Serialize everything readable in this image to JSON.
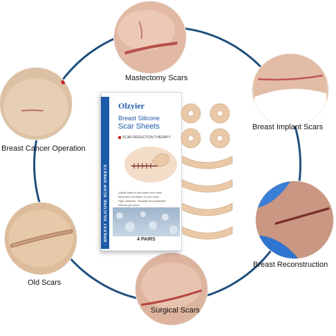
{
  "captions": {
    "mastectomy": "Mastectomy Scars",
    "implant": "Breast Implant Scars",
    "cancer": "Breast Cancer Operation",
    "reconstruction": "Breast Reconstruction",
    "old": "Old Scars",
    "surgical": "Surgical Scars"
  },
  "product": {
    "brand": "Olzyier",
    "title_line1": "Breast Silicone",
    "title_line2": "Scar Sheets",
    "therapy": "SCAR REDUCTION THERAPY",
    "side_text": "BREAST SILICONE SCAR SHEETS",
    "bullets": [
      "Visibly flattens and fades new scars",
      "Minimizes formation of new scars",
      "High adhesive, reusable and washable silicone gel sheet"
    ],
    "pairs": "4 PAIRS"
  },
  "colors": {
    "ring": "#1f4f7c",
    "brand_blue": "#1d5aa8",
    "skin": "#e8c6b2",
    "sheet": "#e9c9a8",
    "scar": "#b84a45"
  }
}
